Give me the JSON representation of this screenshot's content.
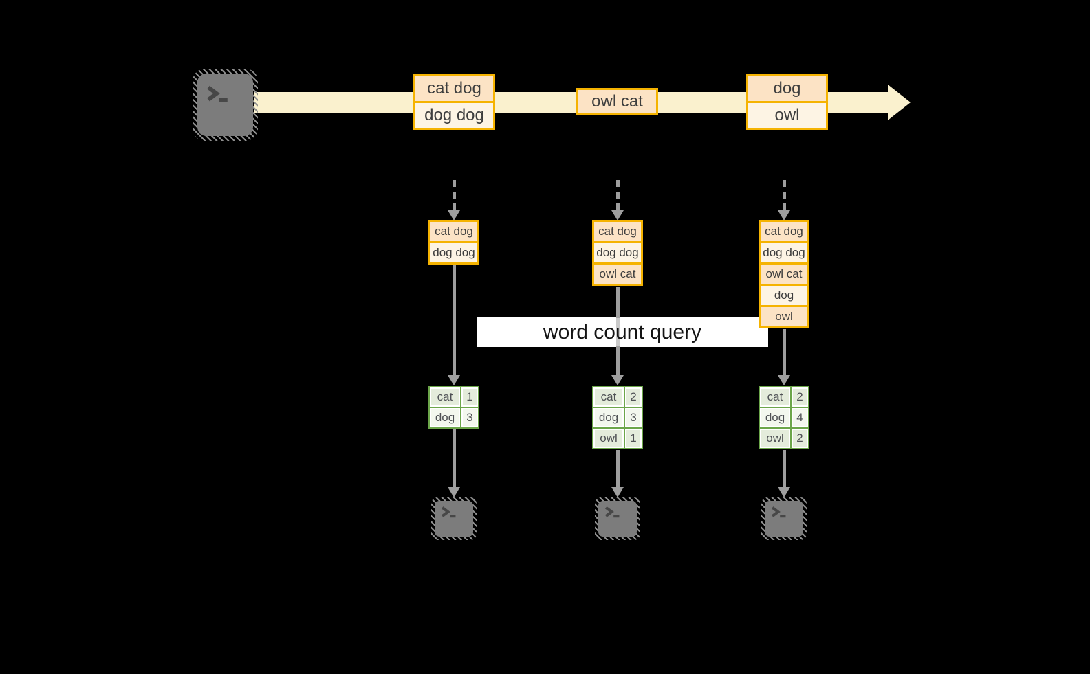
{
  "diagram": {
    "query_label": "word count query",
    "icons": {
      "source": "terminal-icon",
      "sinks": "terminal-icon"
    },
    "stream_events": [
      {
        "rows": [
          "cat dog",
          "dog dog"
        ]
      },
      {
        "rows": [
          "owl cat"
        ]
      },
      {
        "rows": [
          "dog",
          "owl"
        ]
      }
    ],
    "columns": [
      {
        "buffer": [
          "cat dog",
          "dog dog"
        ],
        "counts": [
          [
            "cat",
            "1"
          ],
          [
            "dog",
            "3"
          ]
        ]
      },
      {
        "buffer": [
          "cat dog",
          "dog dog",
          "owl cat"
        ],
        "counts": [
          [
            "cat",
            "2"
          ],
          [
            "dog",
            "3"
          ],
          [
            "owl",
            "1"
          ]
        ]
      },
      {
        "buffer": [
          "cat dog",
          "dog dog",
          "owl cat",
          "dog",
          "owl"
        ],
        "counts": [
          [
            "cat",
            "2"
          ],
          [
            "dog",
            "4"
          ],
          [
            "owl",
            "2"
          ]
        ]
      }
    ],
    "colors": {
      "background": "#000000",
      "stream_band": "#FAF1CE",
      "box_border": "#F5B301",
      "box_fill_a": "#FCE3C5",
      "box_fill_b": "#FDF4E4",
      "table_border": "#6CA64A",
      "table_cell_border": "#FFFFFF",
      "table_fill_a": "#E4ECDB",
      "table_fill_b": "#F3F7EE",
      "arrow": "#9E9E9E",
      "terminal_fill": "#7C7C7C",
      "terminal_glyph": "#474747",
      "label_bg": "#FFFFFF",
      "label_text": "#141414",
      "text": "#3E3E3E"
    }
  }
}
